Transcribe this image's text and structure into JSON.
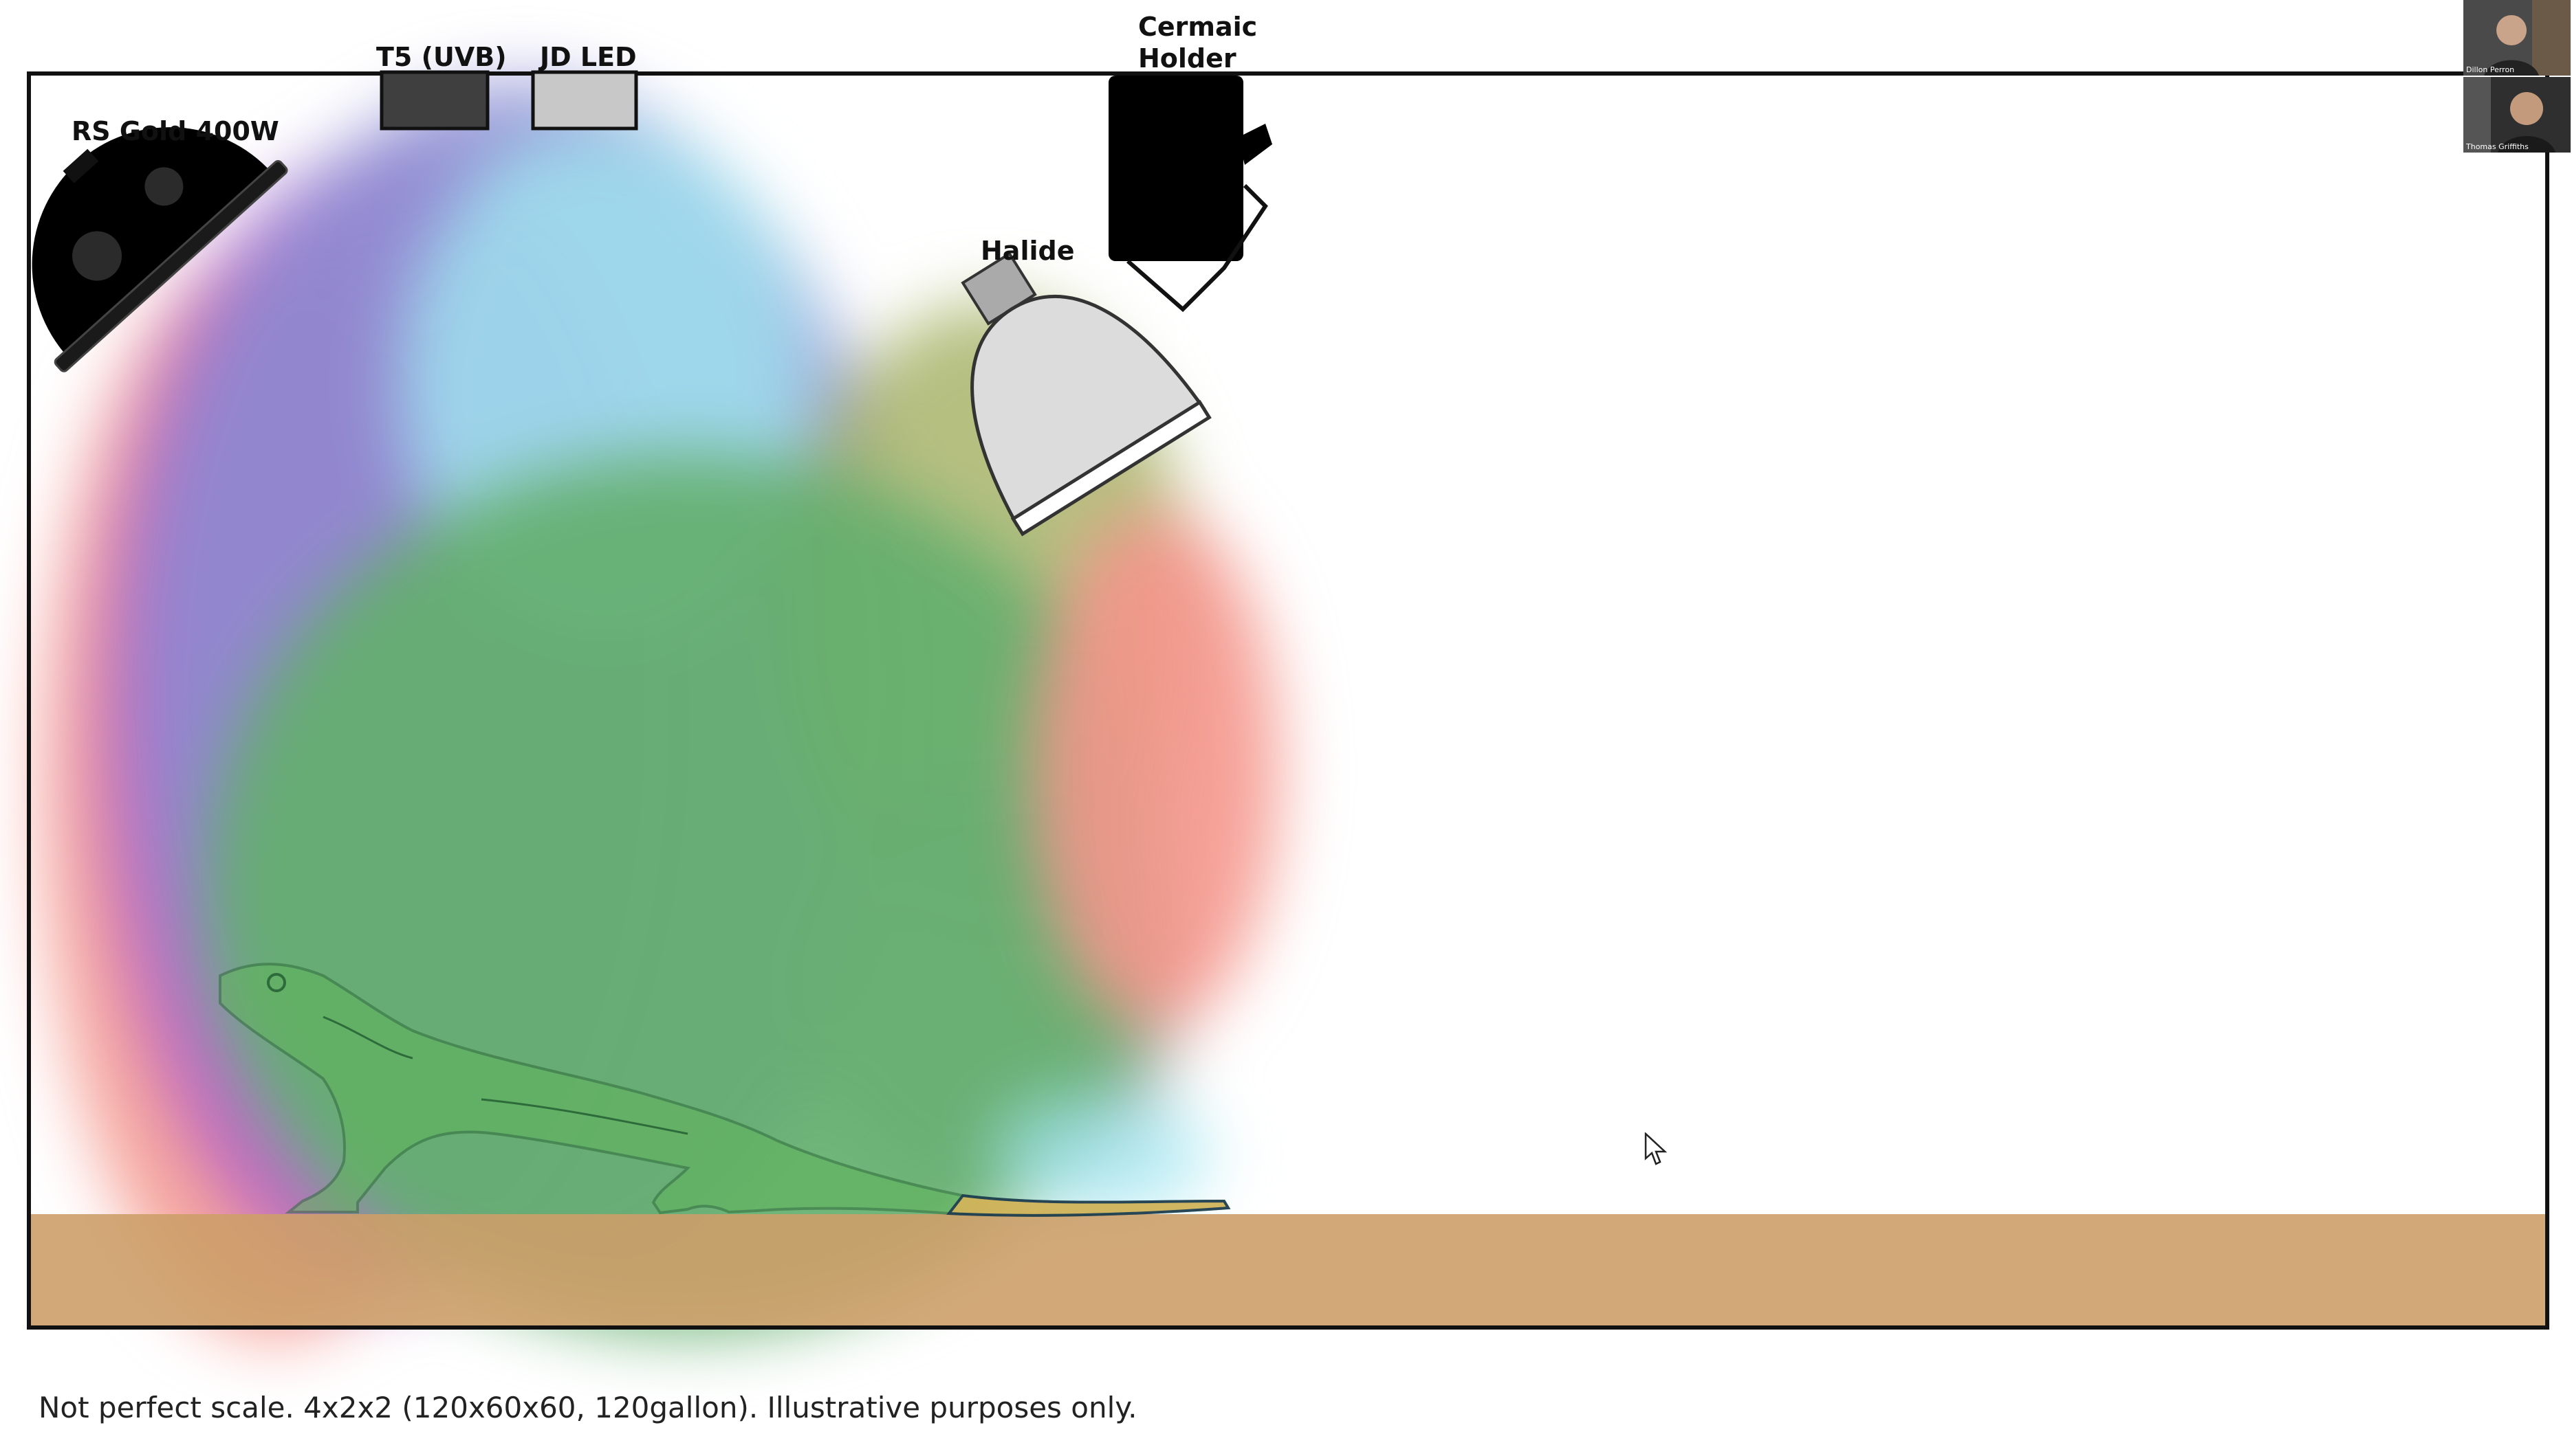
{
  "labels": {
    "rs_gold": "RS Gold 400W",
    "t5_uvb": "T5 (UVB)",
    "jd_led": "JD LED",
    "ceramic_line1": "Cermaic",
    "ceramic_line2": "Holder",
    "halide": "Halide"
  },
  "footnote": "Not perfect scale. 4x2x2 (120x60x60, 120gallon). Illustrative purposes only.",
  "video_call": {
    "participants": [
      {
        "name": "Dillon Perron"
      },
      {
        "name": "Thomas Griffiths"
      }
    ]
  },
  "colors": {
    "tank_border": "#111111",
    "substrate": "#cd9e69",
    "fixture_black": "#000000",
    "t5_fill": "#3f3f3f",
    "jd_led_fill": "#c8c8c8",
    "halide_body": "#dcdcdc",
    "uva_blue_violet": "#8c8cd2",
    "uvb_magenta": "#b45ac8",
    "visible_green": "#64af6e",
    "infrared_red": "#f5968c",
    "cyan": "#a0e6f0",
    "grey_halide": "#aaaaaa",
    "lizard_green": "#5fb45a",
    "lizard_tail_tip": "#d7b45a"
  },
  "icons": {
    "cursor": "mouse-pointer-icon",
    "deep_heat_bulb": "heat-lamp-dome-icon",
    "halide_lamp": "halide-lamp-icon",
    "lizard": "bearded-dragon-illustration"
  }
}
